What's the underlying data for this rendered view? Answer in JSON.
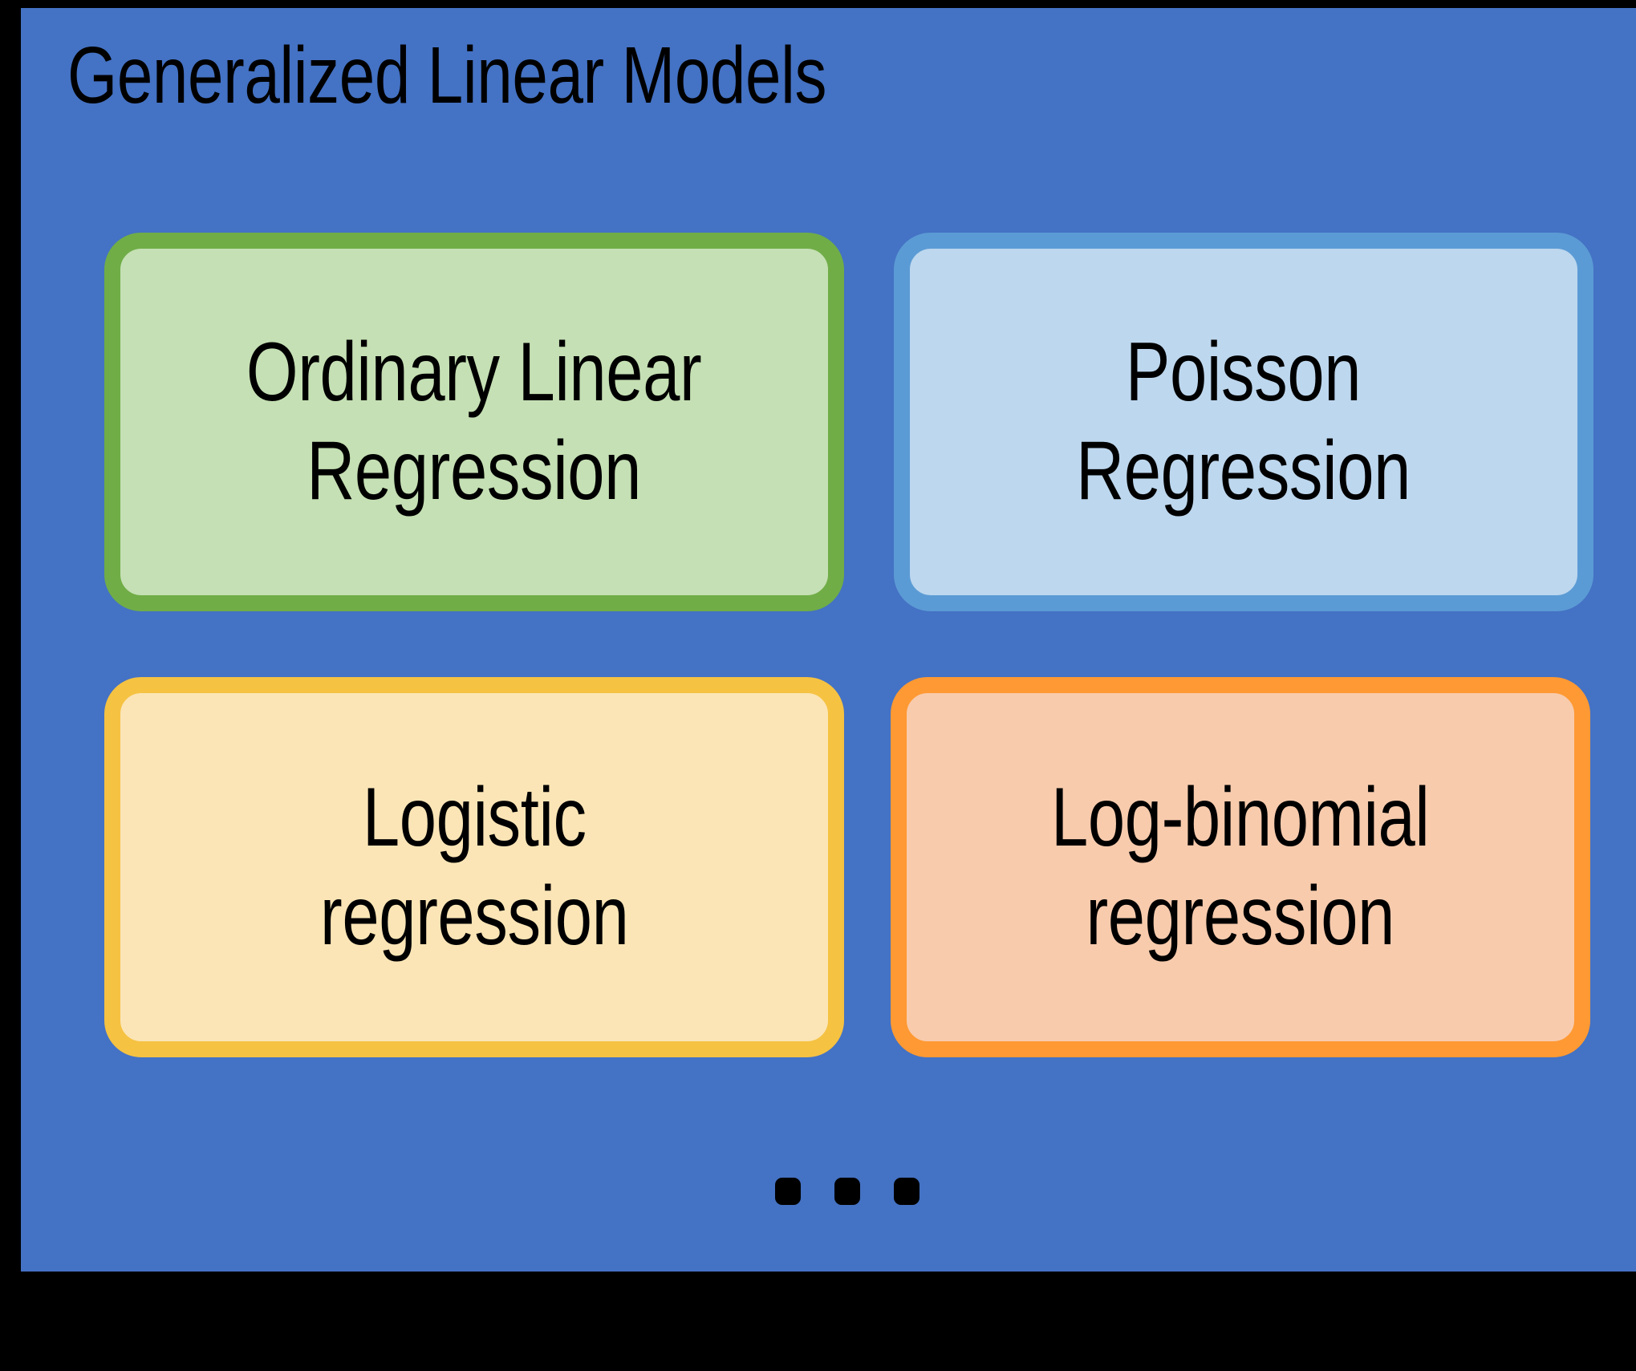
{
  "panel": {
    "title": "Generalized Linear Models",
    "background_color": "#4472C4",
    "page_background_color": "#000000"
  },
  "models": [
    {
      "id": "ordinary-linear-regression",
      "label": "Ordinary Linear\nRegression",
      "line1": "Ordinary Linear",
      "line2": "Regression",
      "fill_color": "#C5E0B4",
      "border_color": "#70AD47"
    },
    {
      "id": "poisson-regression",
      "label": "Poisson\nRegression",
      "line1": "Poisson",
      "line2": "Regression",
      "fill_color": "#BDD7EE",
      "border_color": "#5B9BD5"
    },
    {
      "id": "logistic-regression",
      "label": "Logistic\nregression",
      "line1": "Logistic",
      "line2": "regression",
      "fill_color": "#FBE5B6",
      "border_color": "#F5C242"
    },
    {
      "id": "log-binomial-regression",
      "label": "Log-binomial\nregression",
      "line1": "Log-binomial",
      "line2": "regression",
      "fill_color": "#F8CBAD",
      "border_color": "#FF9933"
    }
  ],
  "ellipsis": {
    "icon": "ellipsis-icon",
    "text": "...",
    "dot_count": 3,
    "color": "#000000"
  }
}
